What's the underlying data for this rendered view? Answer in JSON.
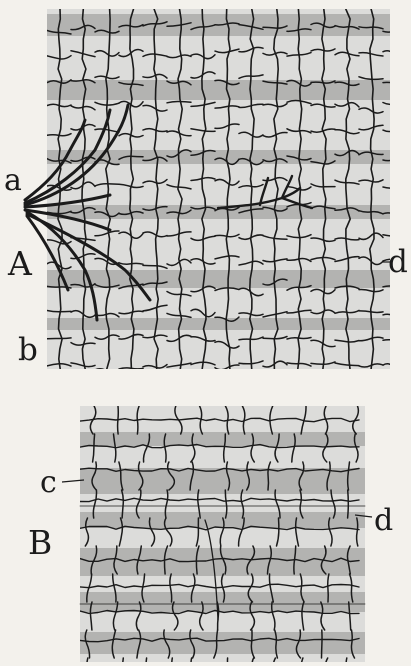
{
  "figure": {
    "panel_a": {
      "label": "A",
      "markers": {
        "a": "a",
        "b": "b",
        "d": "d"
      }
    },
    "panel_b": {
      "label": "B",
      "markers": {
        "c": "c",
        "d": "d"
      }
    }
  },
  "colors": {
    "background": "#f3f1ec",
    "tissue_light": "#dcdcda",
    "tissue_band": "#b3b3b1",
    "line": "#1b1b1b"
  }
}
